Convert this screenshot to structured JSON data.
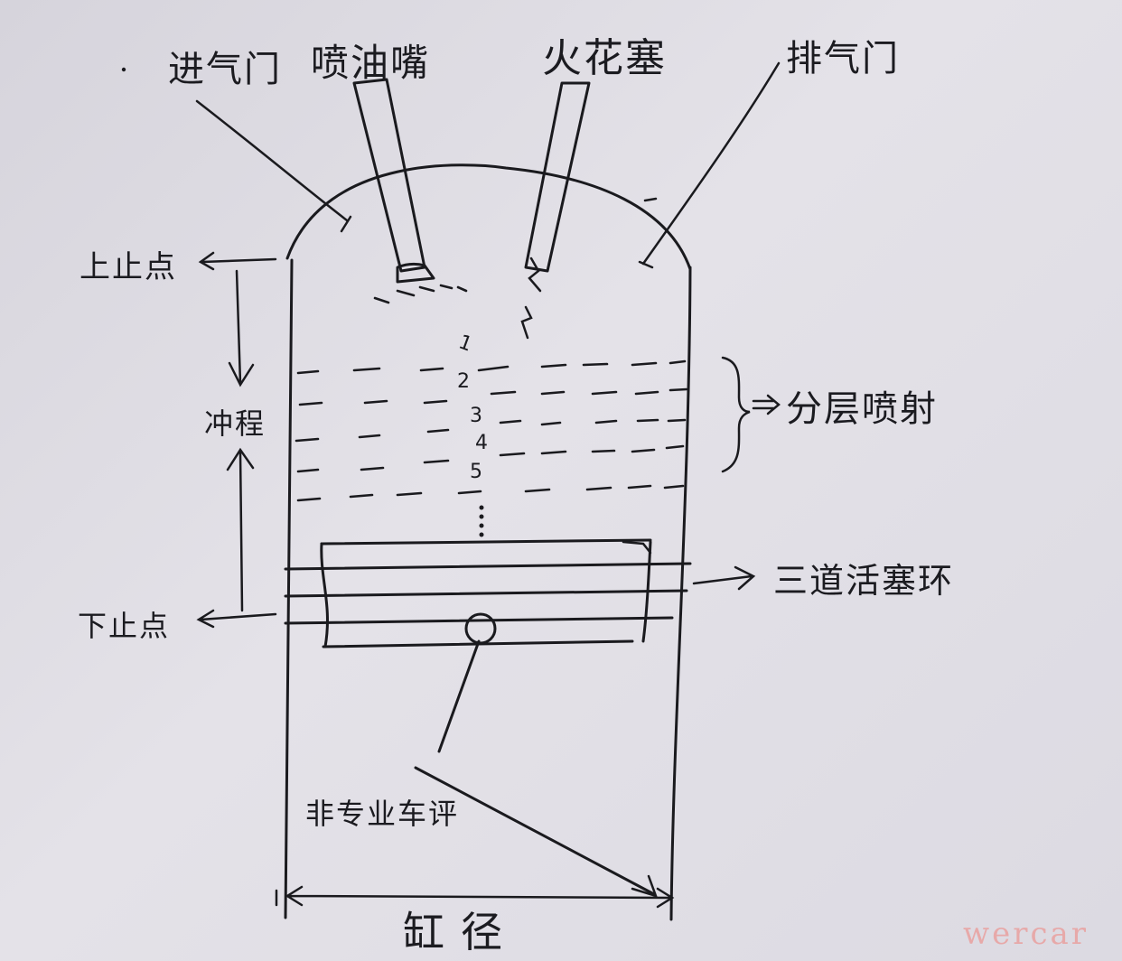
{
  "labels": {
    "intake_valve": "进气门",
    "injector": "喷油嘴",
    "spark_plug": "火花塞",
    "exhaust_valve": "排气门",
    "tdc": "上止点",
    "stroke": "冲程",
    "bdc": "下止点",
    "stratified_injection": "分层喷射",
    "three_rings": "三道活塞环",
    "rod": "非专业车评",
    "bore": "缸径"
  },
  "layer_numbers": [
    "1",
    "2",
    "3",
    "4",
    "5"
  ],
  "watermark": "wercar",
  "colors": {
    "ink": "#1a1a1e",
    "paper": "#dedce3",
    "watermark": "#e7a9a9"
  }
}
